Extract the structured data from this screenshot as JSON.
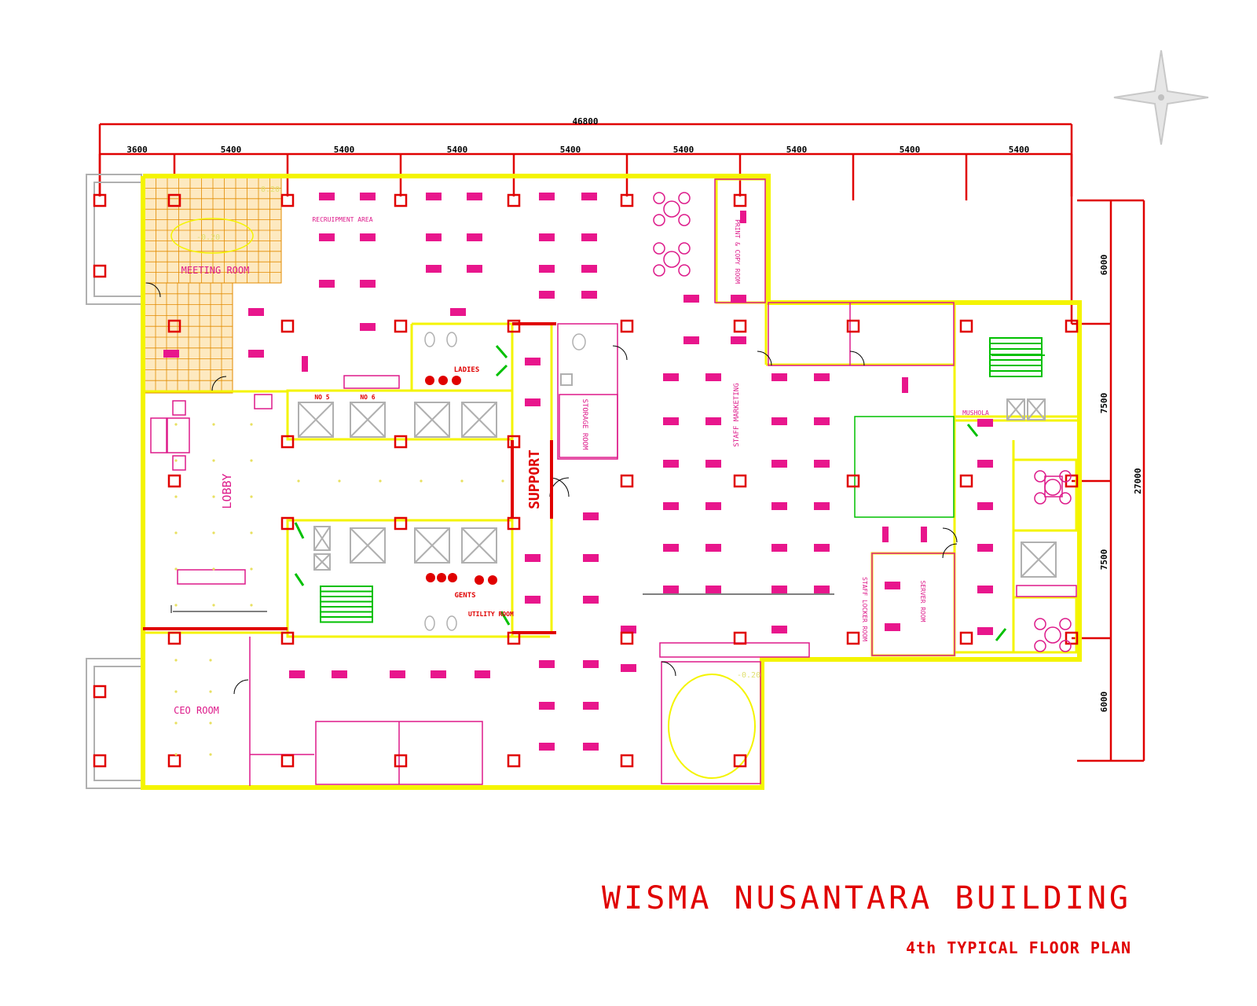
{
  "drawing": {
    "title": "WISMA NUSANTARA BUILDING",
    "subtitle": "4th TYPICAL FLOOR PLAN"
  },
  "dimensions": {
    "overall_width": "46800",
    "bays": [
      "3600",
      "5400",
      "5400",
      "5400",
      "5400",
      "5400",
      "5400",
      "5400",
      "5400"
    ],
    "overall_depth": "27000",
    "depth_segments": [
      "6000",
      "7500",
      "7500",
      "6000"
    ]
  },
  "levels": {
    "meeting_a": "-0.20",
    "meeting_b": "-0.20",
    "south_room": "-0.20"
  },
  "rooms": {
    "meeting_room": "MEETING ROOM",
    "recruitment_area": "RECRUIPMENT AREA",
    "lobby": "LOBBY",
    "ceo_room": "CEO ROOM",
    "ladies": "LADIES",
    "gents": "GENTS",
    "utility_room": "UTILITY ROOM",
    "support": "SUPPORT",
    "storage_room": "STORAGE ROOM",
    "print_copy_room": "PRINT & COPY ROOM",
    "staff_marketing": "STAFF MARKETING",
    "staff_locker_room": "STAFF LOCKER ROOM",
    "server_room": "SERVER ROOM",
    "mushola": "MUSHOLA",
    "lift_5": "NO 5",
    "lift_6": "NO 6"
  },
  "compass": {
    "icon": "compass-star-icon"
  },
  "colors": {
    "walls": "#f4f400",
    "structure": "#e00000",
    "furniture": "#e8168c",
    "doors": "#00c000",
    "outline": "#b0b0b0"
  }
}
